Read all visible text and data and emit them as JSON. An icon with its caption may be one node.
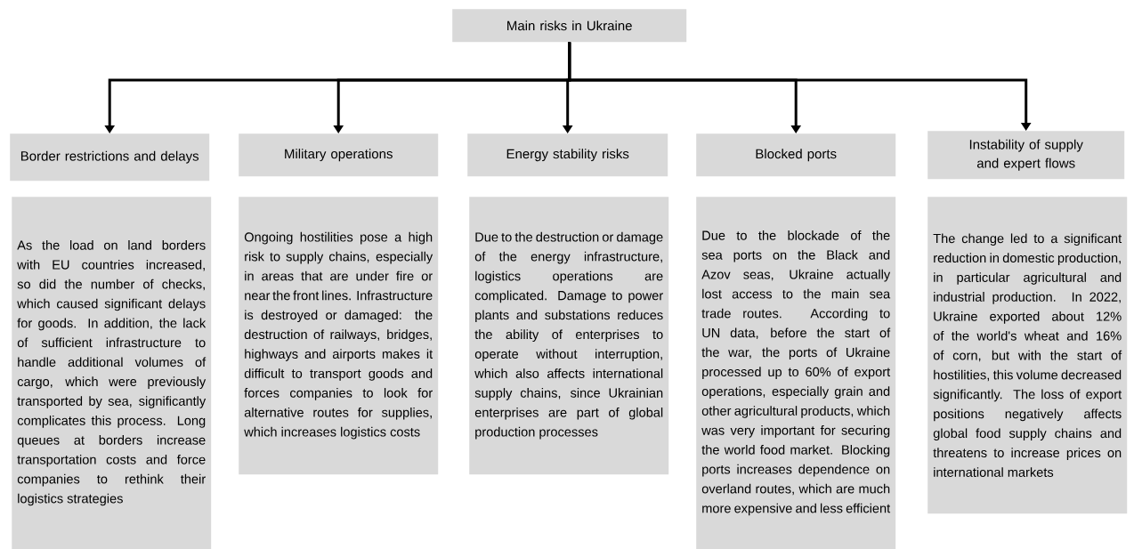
{
  "diagram": {
    "nodes": [
      {
        "text": [
          "Main risks in Ukraine"
        ]
      },
      {
        "text": [
          "Border restrictions and delays"
        ]
      },
      {
        "text": [
          "Military operations"
        ]
      },
      {
        "text": [
          "Energy stability risks"
        ]
      },
      {
        "text": [
          "Blocked ports"
        ]
      },
      {
        "text": [
          "Instability of supply and expert flows"
        ]
      },
      {
        "text": [
          "As the load on land borders with EU countries increased, so did the number of checks, which caused significant delays for goods. In addition, the lack of sufficient infrastructure to handle additional volumes of cargo, which were previously transported by sea, significantly complicates this process. Long queues at borders increase transportation costs and force companies to rethink their logistics strategies"
        ]
      },
      {
        "text": [
          "Ongoing hostilities pose a high risk to supply chains, especially in areas that are under fire or near the front lines. Infrastructure is destroyed or damaged: the destruction of railways, bridges, highways and airports makes it difficult to transport goods and forces companies to look for alternative routes for supplies, which increases logistics costs"
        ]
      },
      {
        "text": [
          "Due to the destruction or damage of the energy infrastructure, logistics operations are complicated. Damage to power plants and substations reduces the ability of enterprises to operate without interruption, which also affects international supply chains, since Ukrainian enterprises are part of global production processes"
        ]
      },
      {
        "text": [
          "Due to the blockade of the sea ports on the Black and Azov seas, Ukraine actually lost access to the main sea trade routes. According to UN data, before the start of the war, the ports of Ukraine processed up to 60% of export operations, especially grain and other agricultural products, which was very important for securing the world food market. Blocking ports increases dependence on overland routes, which are much more expensive and less efficient"
        ]
      },
      {
        "text": [
          "The change led to a significant reduction in domestic production, in particular agricultural and industrial production. In 2022, Ukraine exported about 12% of the world's wheat and 16% of corn, but with the start of hostilities, this volume decreased significantly. The loss of export positions negatively affects global food supply chains and threatens to increase prices on international markets"
        ]
      }
    ],
    "edges": [
      {
        "from": 0,
        "to": 1,
        "arrow": "to"
      },
      {
        "from": 0,
        "to": 2,
        "arrow": "to"
      },
      {
        "from": 0,
        "to": 3,
        "arrow": "to"
      },
      {
        "from": 0,
        "to": 4,
        "arrow": "to"
      },
      {
        "from": 0,
        "to": 5,
        "arrow": "to"
      }
    ]
  }
}
